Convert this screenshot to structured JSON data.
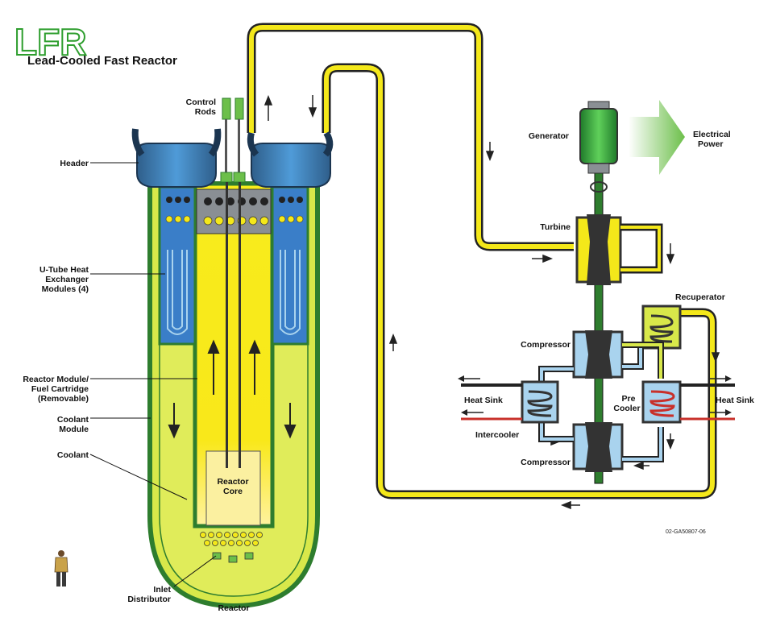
{
  "title": {
    "logo": "LFR",
    "subtitle": "Lead-Cooled Fast Reactor"
  },
  "labels": {
    "control_rods": [
      "Control",
      "Rods"
    ],
    "header": "Header",
    "u_tube": [
      "U-Tube Heat",
      "Exchanger",
      "Modules (4)"
    ],
    "reactor_module": [
      "Reactor Module/",
      "Fuel Cartridge",
      "(Removable)"
    ],
    "coolant_module": [
      "Coolant",
      "Module"
    ],
    "coolant": "Coolant",
    "reactor_core": [
      "Reactor",
      "Core"
    ],
    "inlet_distributor": [
      "Inlet",
      "Distributor"
    ],
    "reactor": "Reactor",
    "generator": "Generator",
    "electrical_power": [
      "Electrical",
      "Power"
    ],
    "turbine": "Turbine",
    "recuperator": "Recuperator",
    "compressor_top": "Compressor",
    "compressor_bottom": "Compressor",
    "heat_sink_left": "Heat Sink",
    "heat_sink_right": "Heat Sink",
    "pre_cooler": [
      "Pre",
      "Cooler"
    ],
    "intercooler": "Intercooler",
    "drawing_number": "02-GA50807-06"
  },
  "colors": {
    "yellow": "#f4e81a",
    "light_green": "#d8e84a",
    "dark_green": "#2e7d2e",
    "blue": "#3a7ec8",
    "light_blue": "#a9d3ee",
    "gray": "#8a8f94",
    "arrow_green": "#6cbf4a"
  }
}
